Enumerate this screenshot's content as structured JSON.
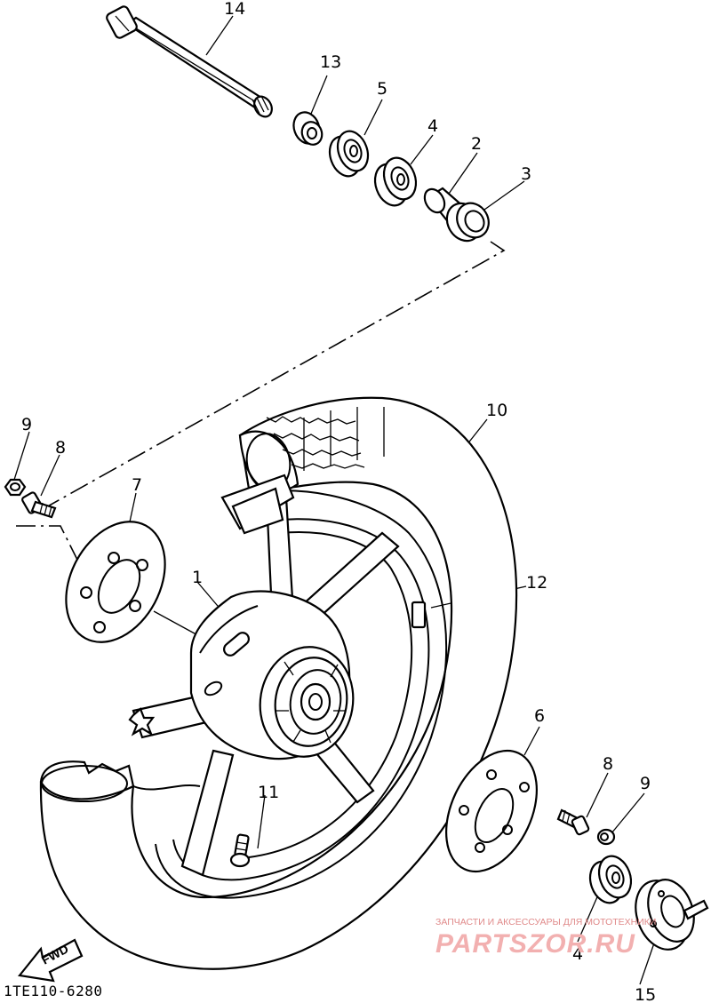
{
  "diagram": {
    "code": "1TE110-6280",
    "fwd_label": "FWD",
    "part_numbers": {
      "p1": "1",
      "p2": "2",
      "p3": "3",
      "p4a": "4",
      "p4b": "4",
      "p5": "5",
      "p6": "6",
      "p7": "7",
      "p8a": "8",
      "p8b": "8",
      "p9a": "9",
      "p9b": "9",
      "p10": "10",
      "p11": "11",
      "p12": "12",
      "p13": "13",
      "p14": "14",
      "p15": "15"
    }
  },
  "watermark": {
    "tagline": "ЗАПЧАСТИ И АКСЕССУАРЫ ДЛЯ МОТОТЕХНИКИ",
    "brand": "PARTSZOR.RU"
  }
}
